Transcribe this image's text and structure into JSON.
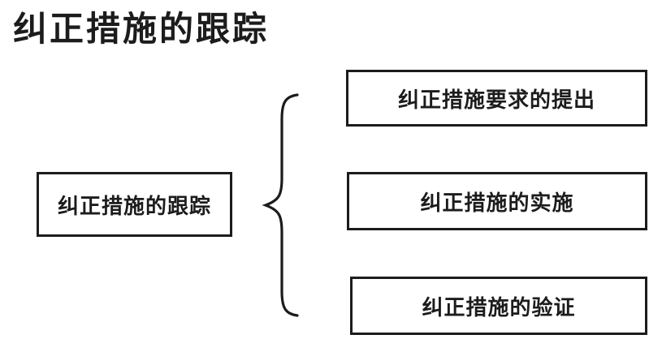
{
  "colors": {
    "background": "#ffffff",
    "line": "#1c1c1c",
    "text": "#1c1c1c"
  },
  "title": "纠正措施的跟踪",
  "diagram": {
    "root": {
      "label": "纠正措施的跟踪"
    },
    "brace_icon": "left-curly-brace",
    "branches": [
      {
        "label": "纠正措施要求的提出"
      },
      {
        "label": "纠正措施的实施"
      },
      {
        "label": "纠正措施的验证"
      }
    ]
  }
}
